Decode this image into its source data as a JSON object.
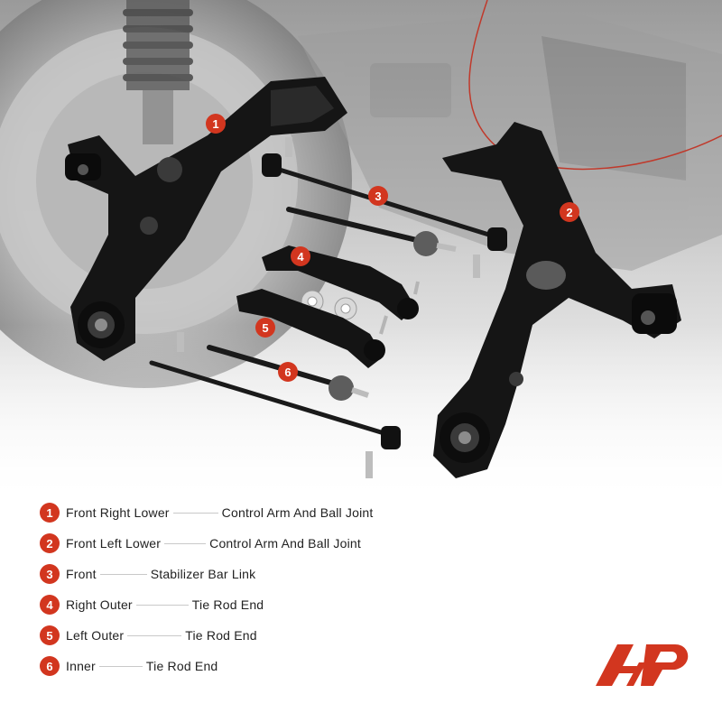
{
  "brand": {
    "accent": "#d2361f",
    "text_color": "#222222"
  },
  "parts": [
    {
      "num": "1",
      "position": "Front Right Lower",
      "part": "Control Arm And Ball Joint"
    },
    {
      "num": "2",
      "position": "Front Left Lower",
      "part": "Control Arm And Ball Joint"
    },
    {
      "num": "3",
      "position": "Front",
      "part": "Stabilizer Bar Link"
    },
    {
      "num": "4",
      "position": "Right Outer",
      "part": "Tie Rod End"
    },
    {
      "num": "5",
      "position": "Left Outer",
      "part": "Tie Rod End"
    },
    {
      "num": "6",
      "position": "Inner",
      "part": "Tie Rod End"
    }
  ],
  "logo": {
    "icon": "ap-logo-icon"
  }
}
